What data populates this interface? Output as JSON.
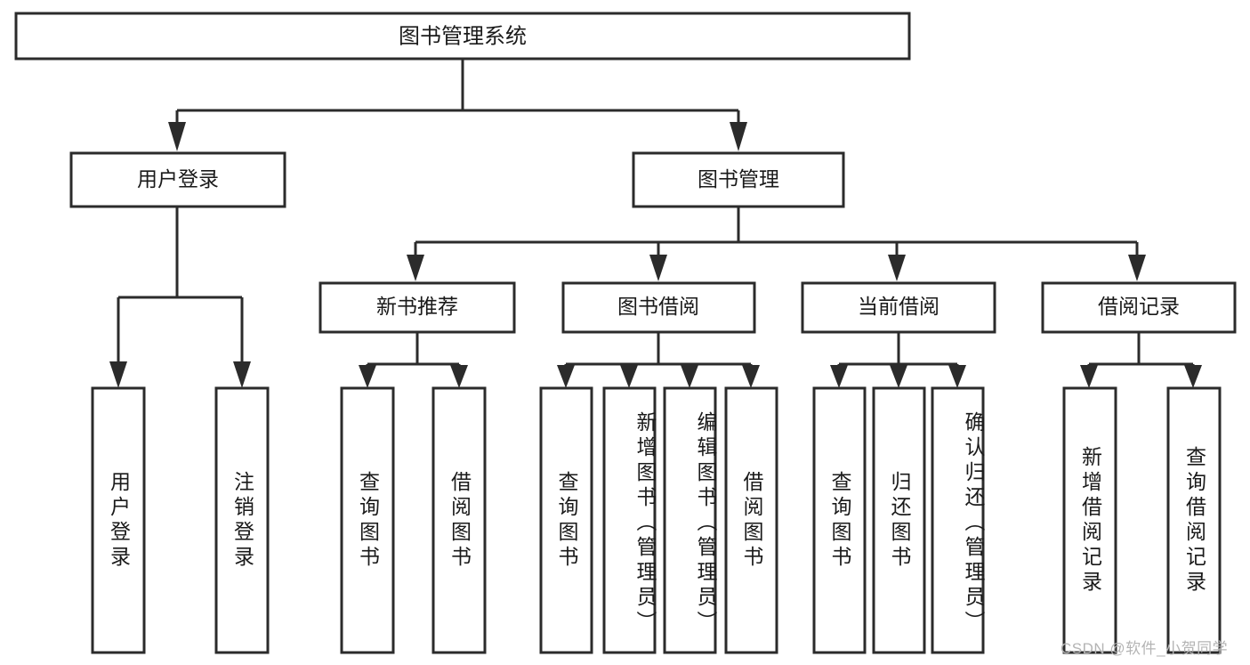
{
  "diagram": {
    "type": "tree-hierarchy-chart",
    "title": "图书管理系统",
    "background_color": "#ffffff",
    "line_color": "#2b2b2b",
    "text_color": "#1a1a1a",
    "watermark": "CSDN @软件_小贺同学"
  },
  "nodes": {
    "root": {
      "label": "图书管理系统"
    },
    "level2": [
      {
        "id": "user-login",
        "label": "用户登录"
      },
      {
        "id": "book-manage",
        "label": "图书管理"
      }
    ],
    "level3": [
      {
        "id": "new-book-recommend",
        "label": "新书推荐"
      },
      {
        "id": "book-borrow",
        "label": "图书借阅"
      },
      {
        "id": "current-borrow",
        "label": "当前借阅"
      },
      {
        "id": "borrow-record",
        "label": "借阅记录"
      }
    ],
    "leaves": {
      "user_login": [
        {
          "id": "leaf-user-login",
          "label": "用户登录"
        },
        {
          "id": "leaf-logout-login",
          "label": "注销登录"
        }
      ],
      "new_book_recommend": [
        {
          "id": "leaf-query-book-1",
          "label": "查询图书"
        },
        {
          "id": "leaf-borrow-book-1",
          "label": "借阅图书"
        }
      ],
      "book_borrow": [
        {
          "id": "leaf-query-book-2",
          "label": "查询图书"
        },
        {
          "id": "leaf-add-book",
          "label": "新增图书（管理员）"
        },
        {
          "id": "leaf-edit-book",
          "label": "编辑图书（管理员）"
        },
        {
          "id": "leaf-borrow-book-2",
          "label": "借阅图书"
        }
      ],
      "current_borrow": [
        {
          "id": "leaf-query-book-3",
          "label": "查询图书"
        },
        {
          "id": "leaf-return-book",
          "label": "归还图书"
        },
        {
          "id": "leaf-confirm-return",
          "label": "确认归还（管理员）"
        }
      ],
      "borrow_record": [
        {
          "id": "leaf-add-record",
          "label": "新增借阅记录"
        },
        {
          "id": "leaf-query-record",
          "label": "查询借阅记录"
        }
      ]
    }
  }
}
